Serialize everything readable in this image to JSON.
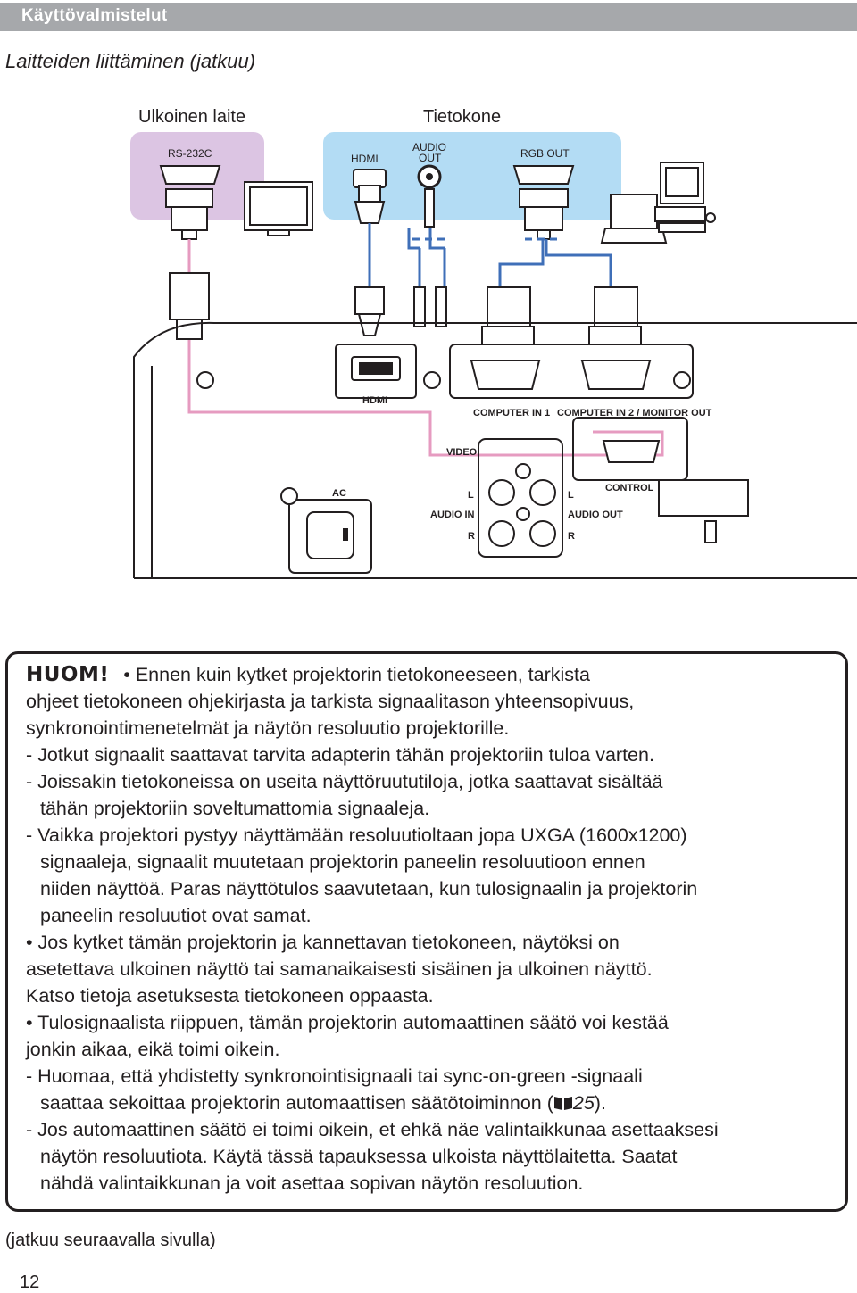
{
  "header": {
    "title": "Käyttövalmistelut"
  },
  "section_title": "Laitteiden liittäminen (jatkuu)",
  "diagram": {
    "label_external": "Ulkoinen laite",
    "label_computer": "Tietokone",
    "port_rs232c": "RS-232C",
    "port_hdmi_top": "HDMI",
    "port_audio_out_1": "AUDIO",
    "port_audio_out_2": "OUT",
    "port_rgb_out": "RGB OUT",
    "panel_hdmi": "HDMI",
    "panel_computer_in1": "COMPUTER IN 1",
    "panel_computer_in2": "COMPUTER IN 2 / MONITOR OUT",
    "panel_video": "VIDEO",
    "panel_control": "CONTROL",
    "panel_ac": "AC",
    "panel_audio_in": "AUDIO IN",
    "panel_audio_out": "AUDIO OUT",
    "panel_l1": "L",
    "panel_r1": "R",
    "panel_l2": "L",
    "panel_r2": "R",
    "colors": {
      "external_box": "#dcc5e3",
      "computer_box": "#b3dcf4",
      "blue_cable": "#3f6fb8",
      "pink_cable": "#e69bc0"
    }
  },
  "note": {
    "label": "HUOM!",
    "lines": [
      "• Ennen kuin kytket projektorin tietokoneeseen, tarkista",
      "ohjeet tietokoneen ohjekirjasta ja tarkista signaalitason yhteensopivuus,",
      "synkronointimenetelmät ja näytön resoluutio projektorille.",
      "- Jotkut signaalit saattavat tarvita adapterin tähän projektoriin tuloa varten.",
      "- Joissakin tietokoneissa on useita näyttöruututiloja, jotka saattavat sisältää",
      "tähän projektoriin soveltumattomia signaaleja.",
      "- Vaikka projektori pystyy näyttämään resoluutioltaan jopa UXGA (1600x1200)",
      "signaaleja, signaalit muutetaan projektorin paneelin resoluutioon ennen",
      "niiden näyttöä. Paras näyttötulos saavutetaan, kun tulosignaalin ja projektorin",
      "paneelin resoluutiot ovat samat.",
      "• Jos kytket tämän projektorin ja kannettavan tietokoneen, näytöksi on",
      "asetettava ulkoinen näyttö tai samanaikaisesti sisäinen ja ulkoinen näyttö.",
      "Katso tietoja asetuksesta tietokoneen oppaasta.",
      "• Tulosignaalista riippuen, tämän projektorin automaattinen säätö voi kestää",
      "jonkin aikaa, eikä toimi oikein.",
      "- Huomaa, että yhdistetty synkronointisignaali tai sync-on-green -signaali",
      "saattaa sekoittaa projektorin automaattisen säätötoiminnon (",
      "- Jos automaattinen säätö ei toimi oikein, et ehkä näe valintaikkunaa asettaaksesi",
      "näytön resoluutiota. Käytä tässä tapauksessa ulkoista näyttölaitetta. Saatat",
      "nähdä valintaikkunan ja voit asettaa sopivan näytön resoluution."
    ],
    "ref_page": "25",
    "ref_suffix": ")."
  },
  "footer_note": "(jatkuu seuraavalla sivulla)",
  "page_number": "12"
}
